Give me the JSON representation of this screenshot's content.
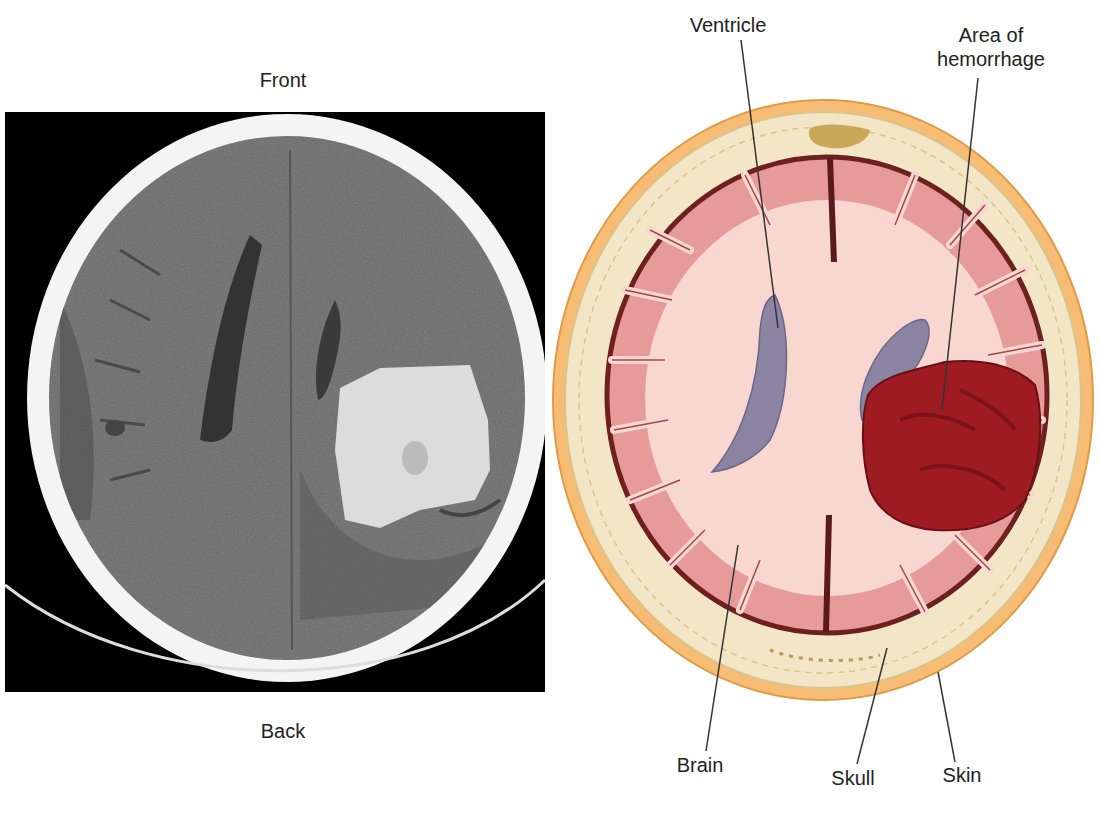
{
  "diagram": {
    "labels": [
      "Front",
      "Back",
      "Ventricle",
      "Area of hemorrhage",
      "Brain",
      "Skull",
      "Skin"
    ]
  }
}
